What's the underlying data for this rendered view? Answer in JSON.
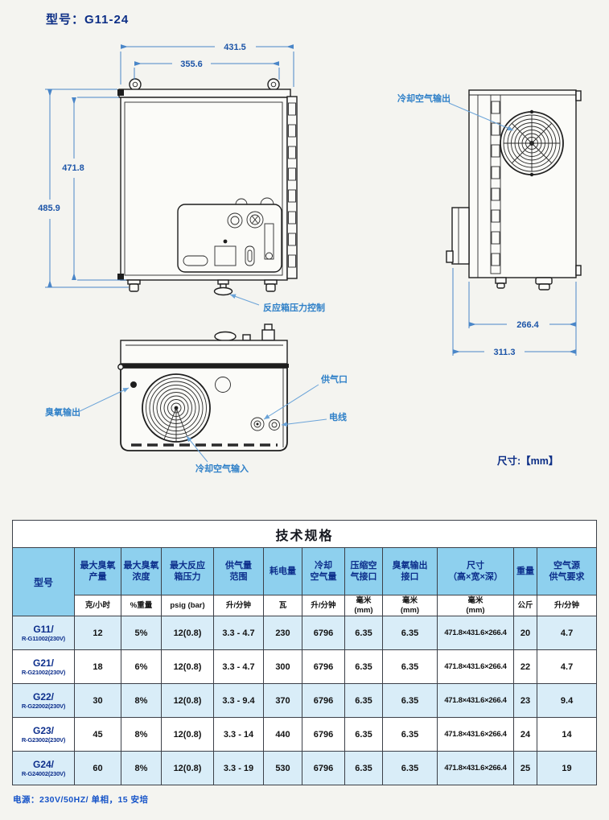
{
  "page": {
    "title": "型号：G11-24",
    "dimension_note": "尺寸:【mm】",
    "power_note": "电源：230V/50HZ/ 单相，15 安培"
  },
  "drawings": {
    "front_view": {
      "dim_width_overall": "431.5",
      "dim_width_mounting": "355.6",
      "dim_height_body": "471.8",
      "dim_height_overall": "485.9",
      "label_pressure_control": "反应箱压力控制"
    },
    "side_view": {
      "label_cooling_air_outlet": "冷却空气输出",
      "dim_depth_body": "266.4",
      "dim_depth_overall": "311.3"
    },
    "bottom_view": {
      "label_ozone_outlet": "臭氧输出",
      "label_air_supply_port": "供气口",
      "label_power_cable": "电线",
      "label_cooling_air_inlet": "冷却空气输入"
    }
  },
  "table": {
    "title": "技术规格",
    "columns": [
      {
        "line1": "型号",
        "line2": "",
        "unit1": "",
        "unit2": ""
      },
      {
        "line1": "最大臭氧",
        "line2": "产量",
        "unit1": "克/小时",
        "unit2": ""
      },
      {
        "line1": "最大臭氧",
        "line2": "浓度",
        "unit1": "%重量",
        "unit2": ""
      },
      {
        "line1": "最大反应",
        "line2": "箱压力",
        "unit1": "psig (bar)",
        "unit2": ""
      },
      {
        "line1": "供气量",
        "line2": "范围",
        "unit1": "升/分钟",
        "unit2": ""
      },
      {
        "line1": "耗电量",
        "line2": "",
        "unit1": "瓦",
        "unit2": ""
      },
      {
        "line1": "冷却",
        "line2": "空气量",
        "unit1": "升/分钟",
        "unit2": ""
      },
      {
        "line1": "压缩空",
        "line2": "气接口",
        "unit1": "毫米",
        "unit2": "(mm)"
      },
      {
        "line1": "臭氧输出",
        "line2": "接口",
        "unit1": "毫米",
        "unit2": "(mm)"
      },
      {
        "line1": "尺寸",
        "line2": "（高×宽×深）",
        "unit1": "毫米",
        "unit2": "(mm)"
      },
      {
        "line1": "重量",
        "line2": "",
        "unit1": "公斤",
        "unit2": ""
      },
      {
        "line1": "空气源",
        "line2": "供气要求",
        "unit1": "升/分钟",
        "unit2": ""
      }
    ],
    "rows": [
      {
        "model": "G11/",
        "model_sub": "R-G11002(230V)",
        "values": [
          "12",
          "5%",
          "12(0.8)",
          "3.3 - 4.7",
          "230",
          "6796",
          "6.35",
          "6.35",
          "471.8×431.6×266.4",
          "20",
          "4.7"
        ]
      },
      {
        "model": "G21/",
        "model_sub": "R-G21002(230V)",
        "values": [
          "18",
          "6%",
          "12(0.8)",
          "3.3 - 4.7",
          "300",
          "6796",
          "6.35",
          "6.35",
          "471.8×431.6×266.4",
          "22",
          "4.7"
        ]
      },
      {
        "model": "G22/",
        "model_sub": "R-G22002(230V)",
        "values": [
          "30",
          "8%",
          "12(0.8)",
          "3.3 - 9.4",
          "370",
          "6796",
          "6.35",
          "6.35",
          "471.8×431.6×266.4",
          "23",
          "9.4"
        ]
      },
      {
        "model": "G23/",
        "model_sub": "R-G23002(230V)",
        "values": [
          "45",
          "8%",
          "12(0.8)",
          "3.3 - 14",
          "440",
          "6796",
          "6.35",
          "6.35",
          "471.8×431.6×266.4",
          "24",
          "14"
        ]
      },
      {
        "model": "G24/",
        "model_sub": "R-G24002(230V)",
        "values": [
          "60",
          "8%",
          "12(0.8)",
          "3.3 - 19",
          "530",
          "6796",
          "6.35",
          "6.35",
          "471.8×431.6×266.4",
          "25",
          "19"
        ]
      }
    ]
  }
}
